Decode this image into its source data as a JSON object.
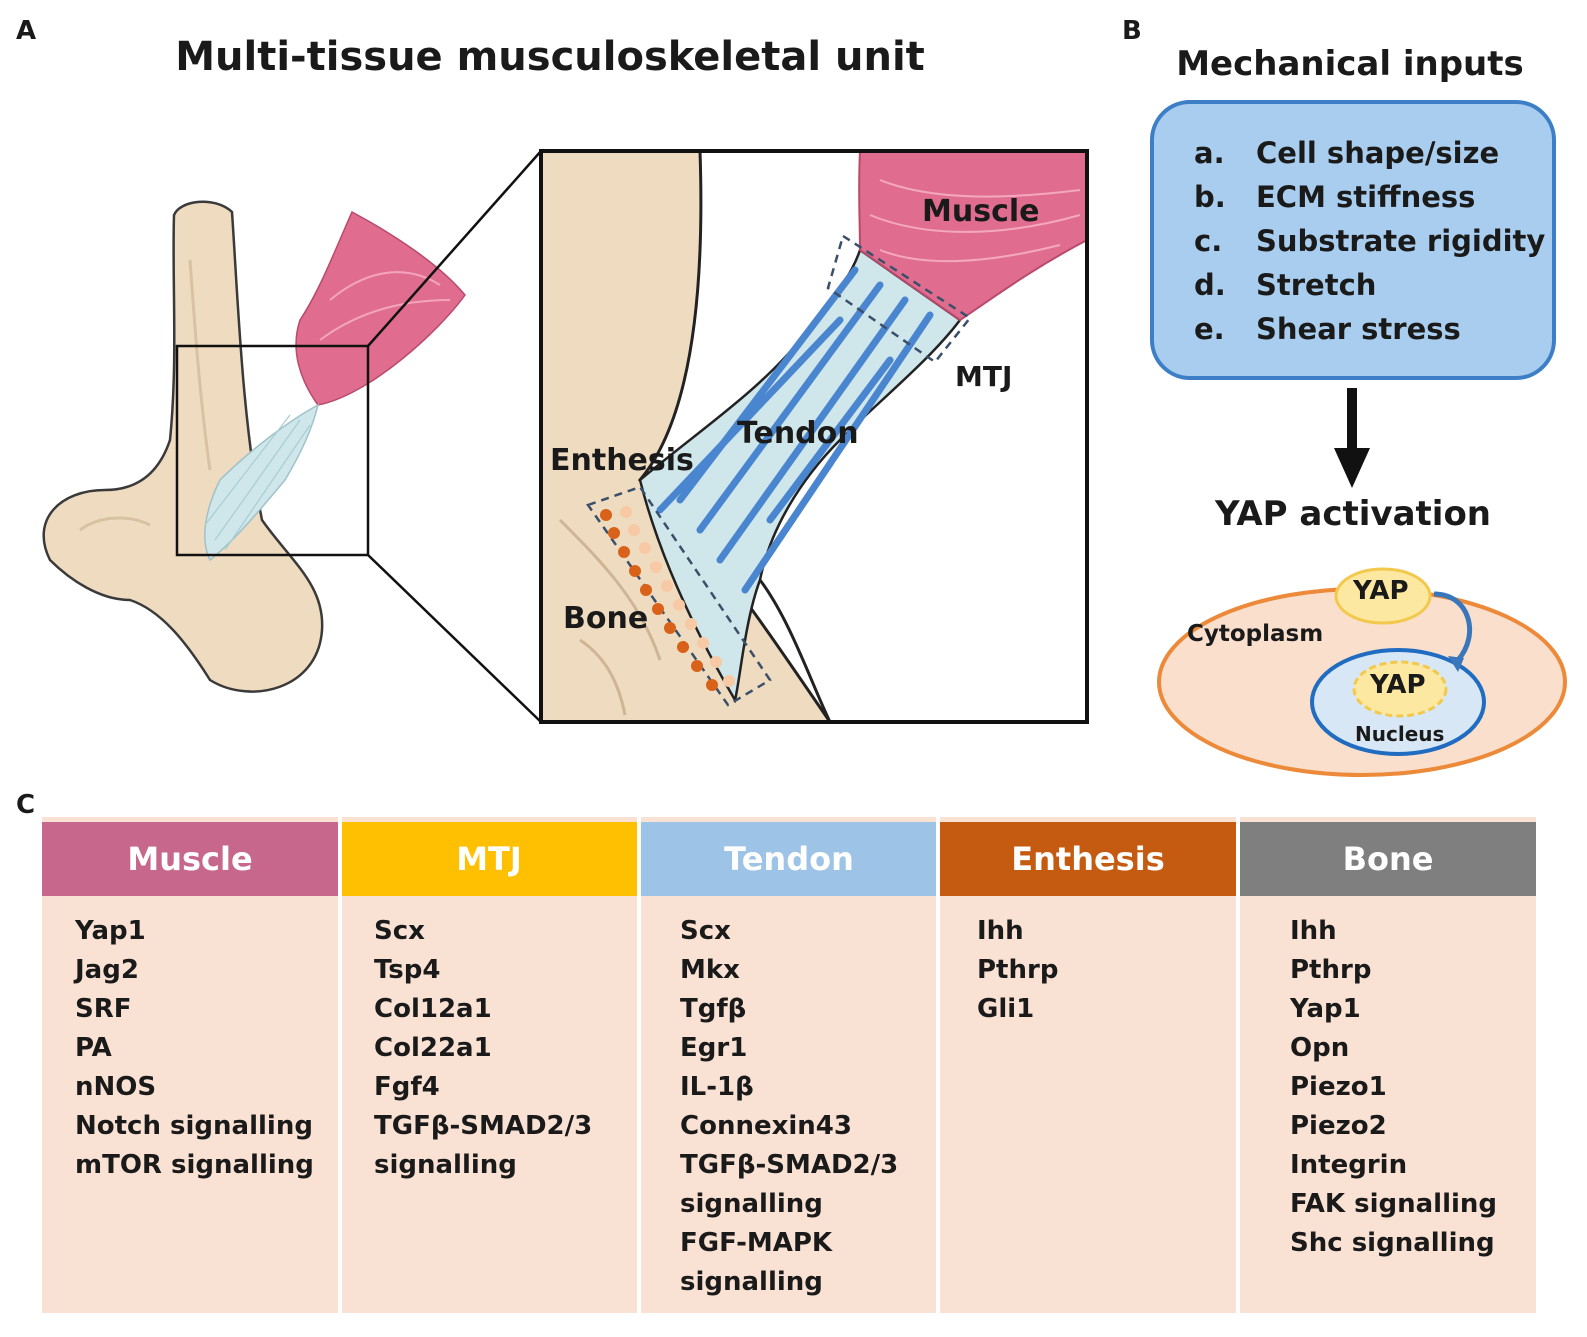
{
  "panels": {
    "a": "A",
    "b": "B",
    "c": "C"
  },
  "panel_a": {
    "title": "Multi-tissue musculoskeletal unit",
    "labels": {
      "muscle": "Muscle",
      "mtj": "MTJ",
      "tendon": "Tendon",
      "enthesis": "Enthesis",
      "bone": "Bone"
    }
  },
  "panel_b": {
    "title": "Mechanical inputs",
    "inputs": [
      {
        "letter": "a.",
        "text": "Cell shape/size"
      },
      {
        "letter": "b.",
        "text": "ECM stiffness"
      },
      {
        "letter": "c.",
        "text": "Substrate rigidity"
      },
      {
        "letter": "d.",
        "text": "Stretch"
      },
      {
        "letter": "e.",
        "text": "Shear stress"
      }
    ],
    "activation_title": "YAP activation",
    "cytoplasm": "Cytoplasm",
    "yap": "YAP",
    "nucleus": "Nucleus"
  },
  "panel_c": {
    "columns": [
      {
        "header": "Muscle",
        "color": "#c6678b",
        "items": [
          "Yap1",
          "Jag2",
          "SRF",
          "PA",
          "nNOS",
          "Notch signalling",
          "mTOR signalling"
        ]
      },
      {
        "header": "MTJ",
        "color": "#fec000",
        "items": [
          "Scx",
          "Tsp4",
          "Col12a1",
          "Col22a1",
          "Fgf4",
          "TGFβ-SMAD2/3",
          "signalling"
        ]
      },
      {
        "header": "Tendon",
        "color": "#9dc3e6",
        "items": [
          "Scx",
          "Mkx",
          "Tgfβ",
          "Egr1",
          "IL-1β",
          "Connexin43",
          "TGFβ-SMAD2/3",
          "signalling",
          "FGF-MAPK",
          "signalling"
        ]
      },
      {
        "header": "Enthesis",
        "color": "#c55a11",
        "items": [
          "Ihh",
          "Pthrp",
          "Gli1"
        ]
      },
      {
        "header": "Bone",
        "color": "#7f7f7f",
        "items": [
          "Ihh",
          "Pthrp",
          "Yap1",
          "Opn",
          "Piezo1",
          "Piezo2",
          "Integrin",
          "FAK signalling",
          "Shc signalling"
        ]
      }
    ]
  },
  "colors": {
    "bone": "#efdcc0",
    "bone_outline": "#3a3a3a",
    "muscle": "#e06d8f",
    "tendon": "#cfe6ea",
    "tendon_fiber": "#4a86d0",
    "enthesis_dot_dark": "#d9621a",
    "enthesis_dot_light": "#f7c9a4",
    "inputs_fill": "#a9cdee",
    "inputs_border": "#3d7fc6",
    "cell_fill": "#f9dfcc",
    "cell_border": "#ec8a3a",
    "nucleus_fill": "#d8e7f5",
    "nucleus_border": "#1f6cc0",
    "yap_fill": "#fce8a0",
    "yap_border": "#f2c94c"
  }
}
